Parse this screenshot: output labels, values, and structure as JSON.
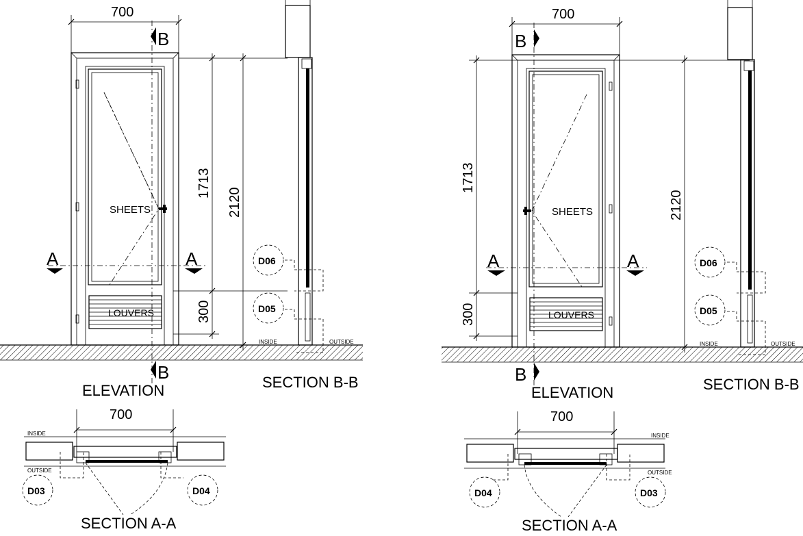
{
  "drawings": [
    {
      "elevation": {
        "width_dim": "700",
        "height_dim": "2120",
        "glass_dim": "1713",
        "louver_dim": "300",
        "glass_label": "SHEETS",
        "louver_label": "LOUVERS",
        "cut_a": "A",
        "cut_b": "B",
        "title": "ELEVATION"
      },
      "section_bb": {
        "title": "SECTION B-B",
        "inside_label": "INSIDE",
        "outside_label": "OUTSIDE",
        "tag_top": "D06",
        "tag_bottom": "D05"
      },
      "section_aa": {
        "title": "SECTION A-A",
        "width_dim": "700",
        "inside_label": "INSIDE",
        "outside_label": "OUTSIDE",
        "tag_left": "D03",
        "tag_right": "D04"
      }
    },
    {
      "elevation": {
        "width_dim": "700",
        "height_dim": "2120",
        "glass_dim": "1713",
        "louver_dim": "300",
        "glass_label": "SHEETS",
        "louver_label": "LOUVERS",
        "cut_a": "A",
        "cut_b": "B",
        "title": "ELEVATION"
      },
      "section_bb": {
        "title": "SECTION B-B",
        "inside_label": "INSIDE",
        "outside_label": "OUTSIDE",
        "tag_top": "D06",
        "tag_bottom": "D05"
      },
      "section_aa": {
        "title": "SECTION A-A",
        "width_dim": "700",
        "inside_label": "INSIDE",
        "outside_label": "OUTSIDE",
        "tag_left": "D04",
        "tag_right": "D03"
      }
    }
  ]
}
